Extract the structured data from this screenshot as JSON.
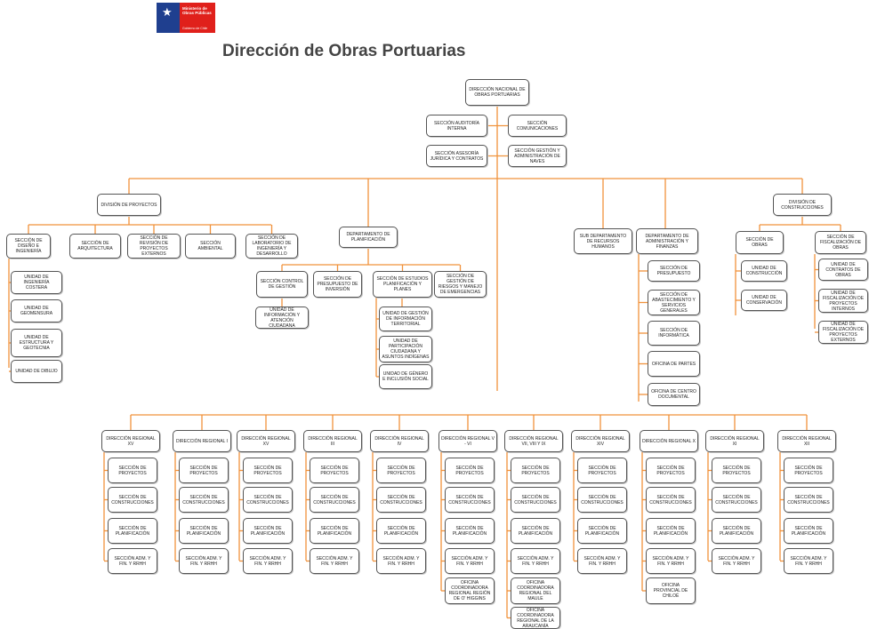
{
  "header": {
    "title": "Dirección de Obras Portuarias",
    "logo_line1": "Ministerio de",
    "logo_line2": "Obras Públicas",
    "logo_sub": "Gobierno de Chile"
  },
  "org_chart": {
    "top": "Dirección Nacional de Obras Portuarias",
    "staff_left": [
      "Sección Auditoría Interna",
      "Sección Asesoría Jurídica y Contratos"
    ],
    "staff_right": [
      "Sección Comunicaciones",
      "Sección Gestión y Administración de Naves"
    ],
    "division_proyectos": {
      "title": "División de Proyectos",
      "sections": [
        "Sección de Diseño e Ingeniería",
        "Sección de Arquitectura",
        "Sección de Revisión de Proyectos Externos",
        "Sección Ambiental",
        "Sección de Laboratorio de Ingeniería y Desarrollo"
      ],
      "units": [
        "Unidad de Ingeniería Costera",
        "Unidad de Geomensura",
        "Unidad de Estructura y Geotecnia",
        "Unidad de Dibujo"
      ]
    },
    "depto_planificacion": {
      "title": "Departamento de Planificación",
      "sections": [
        "Sección Control de Gestión",
        "Sección de Presupuesto de Inversión",
        "Sección de Estudios Planificación y Planes",
        "Sección de Gestión de Riesgos y Manejo de Emergencias"
      ],
      "unit_control": "Unidad de Información y Atención Ciudadana",
      "units_estudios": [
        "Unidad de Gestión de Información Territorial",
        "Unidad de Participación Ciudadana y Asuntos Indígenas",
        "Unidad de Género e Inclusión Social"
      ]
    },
    "subdepto_rrhh": "Sub Departamento de Recursos Humanos",
    "depto_administracion": {
      "title": "Departamento de Administración y Finanzas",
      "sections": [
        "Sección de Presupuesto",
        "Sección de Abastecimiento y Servicios Generales",
        "Sección de Informática",
        "Oficina de Partes",
        "Oficina de Centro Documental"
      ]
    },
    "division_construcciones": {
      "title": "División de Construcciones",
      "sections": [
        "Sección de Obras",
        "Sección de Fiscalización de Obras"
      ],
      "units_obras": [
        "Unidad de Construcción",
        "Unidad de Conservación"
      ],
      "units_fiscalizacion": [
        "Unidad de Contratos de Obras",
        "Unidad de Fiscalización de Proyectos Internos",
        "Unidad de Fiscalización de Proyectos Externos"
      ]
    },
    "regionales": [
      {
        "title": "Dirección Regional XV",
        "extras": []
      },
      {
        "title": "Dirección Regional I",
        "extras": []
      },
      {
        "title": "Dirección Regional XV",
        "extras": []
      },
      {
        "title": "Dirección Regional III",
        "extras": []
      },
      {
        "title": "Dirección Regional IV",
        "extras": []
      },
      {
        "title": "Dirección Regional V - VI",
        "extras": [
          "Oficina Coordinadora Regional Región de O' Higgins"
        ]
      },
      {
        "title": "Dirección Regional VII, VIII y IX",
        "extras": [
          "Oficina Coordinadora Regional del Maule",
          "Oficina Coordinadora Regional de la Araucanía"
        ]
      },
      {
        "title": "Dirección Regional XIV",
        "extras": []
      },
      {
        "title": "Dirección Regional X",
        "extras": [
          "Oficina Provincial de Chiloé"
        ]
      },
      {
        "title": "Dirección Regional XI",
        "extras": []
      },
      {
        "title": "Dirección Regional XII",
        "extras": []
      }
    ],
    "regional_sections": [
      "Sección de Proyectos",
      "Sección de Construcciones",
      "Sección de Planificación",
      "Sección Adm. y Fin. y RRHH"
    ]
  },
  "colors": {
    "connector": "#f0923b",
    "border": "#555555",
    "title": "#444444",
    "gov_blue": "#1f3f8f",
    "gov_red": "#e0201b"
  }
}
